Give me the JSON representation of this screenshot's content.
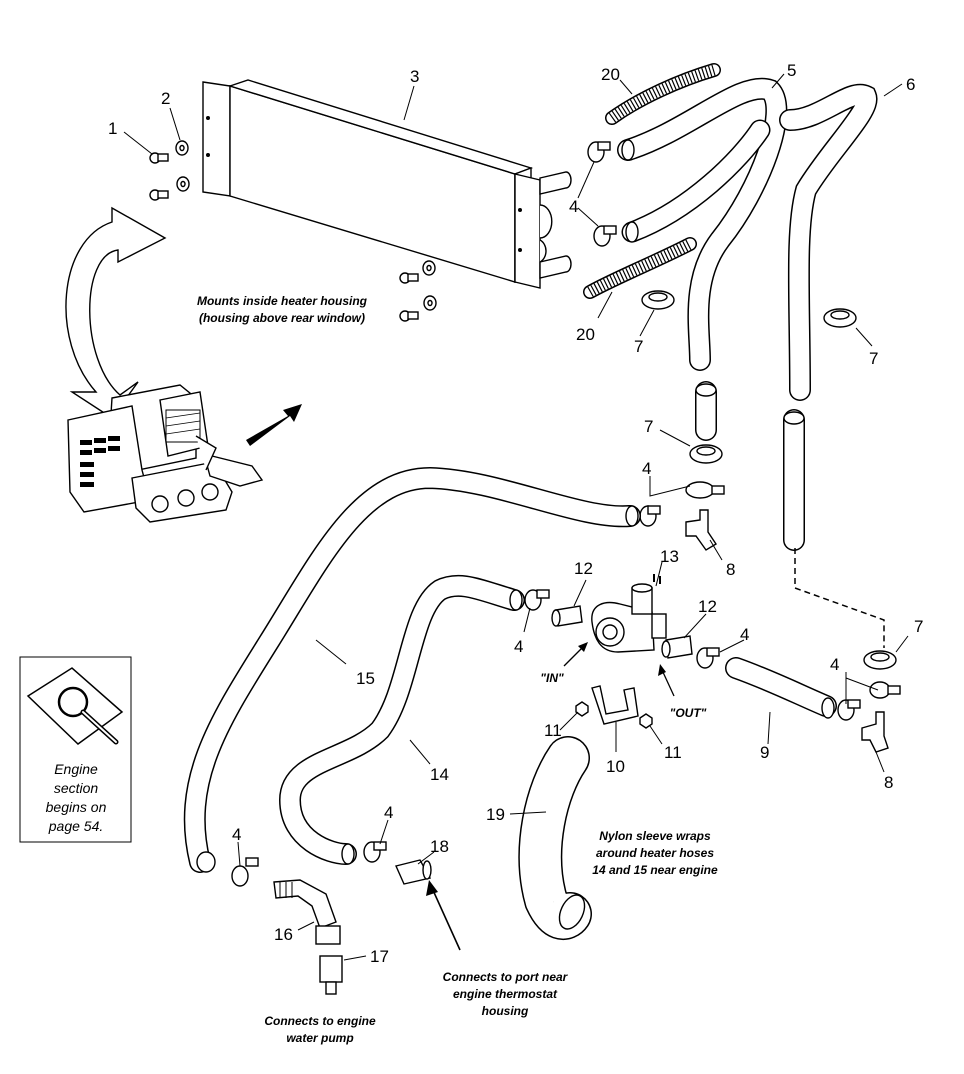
{
  "labels": {
    "p1": "1",
    "p2": "2",
    "p3": "3",
    "p4a": "4",
    "p4b": "4",
    "p4c": "4",
    "p4d": "4",
    "p4e": "4",
    "p4f": "4",
    "p4g": "4",
    "p5": "5",
    "p6": "6",
    "p7a": "7",
    "p7b": "7",
    "p7c": "7",
    "p7d": "7",
    "p8a": "8",
    "p8b": "8",
    "p9": "9",
    "p10": "10",
    "p11a": "11",
    "p11b": "11",
    "p12a": "12",
    "p12b": "12",
    "p13": "13",
    "p14": "14",
    "p15": "15",
    "p16": "16",
    "p17": "17",
    "p18": "18",
    "p19": "19",
    "p20a": "20",
    "p20b": "20"
  },
  "notes": {
    "mounts_line1": "Mounts inside heater housing",
    "mounts_line2": "(housing above rear window)",
    "in_label": "\"IN\"",
    "out_label": "\"OUT\"",
    "nylon_line1": "Nylon sleeve wraps",
    "nylon_line2": "around heater hoses",
    "nylon_line3": "14 and 15 near engine",
    "thermostat_line1": "Connects to port near",
    "thermostat_line2": "engine thermostat",
    "thermostat_line3": "housing",
    "pump_line1": "Connects to engine",
    "pump_line2": "water pump"
  },
  "engine_callout": {
    "line1": "Engine",
    "line2": "section",
    "line3": "begins on",
    "line4": "page 54.",
    "icon": "magnifier-document-icon"
  }
}
